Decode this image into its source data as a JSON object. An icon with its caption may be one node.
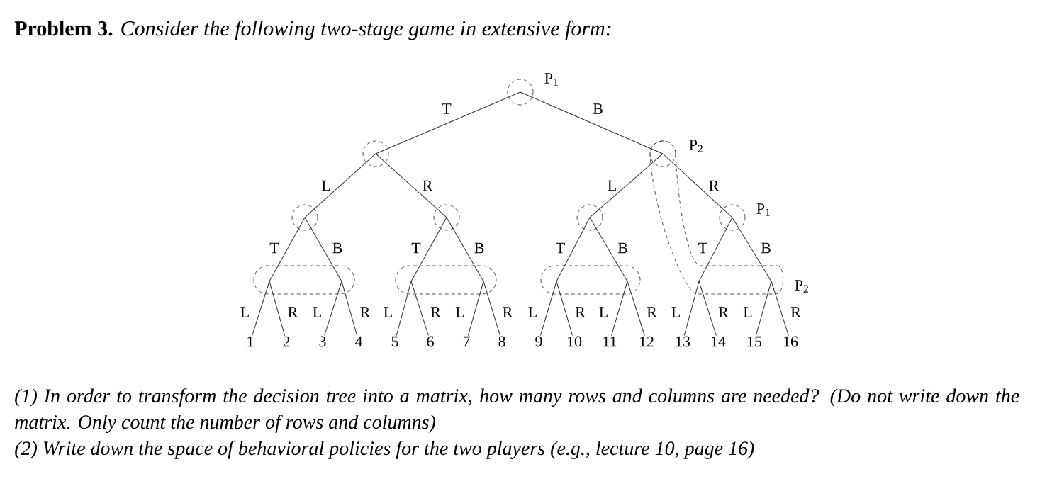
{
  "diagram": {
    "title": "**Problem 3.** *Consider the following two-stage game in extensive form:*",
    "nodes": [
      {
        "text": [],
        "shape": "circle",
        "beside": [
          "P$_{1}$"
        ]
      },
      {
        "text": [],
        "shape": "circle"
      },
      {
        "text": [],
        "shape": "circle",
        "beside": [
          "P$_{2}$"
        ]
      },
      {
        "text": [],
        "shape": "circle"
      },
      {
        "text": [],
        "shape": "circle"
      },
      {
        "text": [],
        "shape": "circle"
      },
      {
        "text": [],
        "shape": "circle",
        "beside": [
          "P$_{1}$"
        ]
      },
      {
        "text": [],
        "shape": "point"
      },
      {
        "text": [],
        "shape": "point"
      },
      {
        "text": [],
        "shape": "point"
      },
      {
        "text": [],
        "shape": "point"
      },
      {
        "text": [],
        "shape": "point"
      },
      {
        "text": [],
        "shape": "point"
      },
      {
        "text": [],
        "shape": "point"
      },
      {
        "text": [],
        "shape": "point"
      },
      {
        "text": [
          "1"
        ]
      },
      {
        "text": [
          "2"
        ]
      },
      {
        "text": [
          "3"
        ]
      },
      {
        "text": [
          "4"
        ]
      },
      {
        "text": [
          "5"
        ]
      },
      {
        "text": [
          "6"
        ]
      },
      {
        "text": [
          "7"
        ]
      },
      {
        "text": [
          "8"
        ]
      },
      {
        "text": [
          "9"
        ]
      },
      {
        "text": [
          "10"
        ]
      },
      {
        "text": [
          "11"
        ]
      },
      {
        "text": [
          "12"
        ]
      },
      {
        "text": [
          "13"
        ]
      },
      {
        "text": [
          "14"
        ]
      },
      {
        "text": [
          "15"
        ]
      },
      {
        "text": [
          "16"
        ]
      }
    ],
    "edges": [
      {
        "from": 0,
        "to": 1,
        "arrow": "none",
        "label": "T"
      },
      {
        "from": 0,
        "to": 2,
        "arrow": "none",
        "label": "B"
      },
      {
        "from": 1,
        "to": 3,
        "arrow": "none",
        "label": "L"
      },
      {
        "from": 1,
        "to": 4,
        "arrow": "none",
        "label": "R"
      },
      {
        "from": 2,
        "to": 5,
        "arrow": "none",
        "label": "L"
      },
      {
        "from": 2,
        "to": 6,
        "arrow": "none",
        "label": "R"
      },
      {
        "from": 3,
        "to": 7,
        "arrow": "none",
        "label": "T"
      },
      {
        "from": 3,
        "to": 8,
        "arrow": "none",
        "label": "B"
      },
      {
        "from": 4,
        "to": 9,
        "arrow": "none",
        "label": "T"
      },
      {
        "from": 4,
        "to": 10,
        "arrow": "none",
        "label": "B"
      },
      {
        "from": 5,
        "to": 11,
        "arrow": "none",
        "label": "T"
      },
      {
        "from": 5,
        "to": 12,
        "arrow": "none",
        "label": "B"
      },
      {
        "from": 6,
        "to": 13,
        "arrow": "none",
        "label": "T"
      },
      {
        "from": 6,
        "to": 14,
        "arrow": "none",
        "label": "B"
      },
      {
        "from": 7,
        "to": 15,
        "arrow": "none",
        "label": "L"
      },
      {
        "from": 7,
        "to": 16,
        "arrow": "none",
        "label": "R"
      },
      {
        "from": 8,
        "to": 17,
        "arrow": "none",
        "label": "L"
      },
      {
        "from": 8,
        "to": 18,
        "arrow": "none",
        "label": "R"
      },
      {
        "from": 9,
        "to": 19,
        "arrow": "none",
        "label": "L"
      },
      {
        "from": 9,
        "to": 20,
        "arrow": "none",
        "label": "R"
      },
      {
        "from": 10,
        "to": 21,
        "arrow": "none",
        "label": "L"
      },
      {
        "from": 10,
        "to": 22,
        "arrow": "none",
        "label": "R"
      },
      {
        "from": 11,
        "to": 23,
        "arrow": "none",
        "label": "L"
      },
      {
        "from": 11,
        "to": 24,
        "arrow": "none",
        "label": "R"
      },
      {
        "from": 12,
        "to": 25,
        "arrow": "none",
        "label": "L"
      },
      {
        "from": 12,
        "to": 26,
        "arrow": "none",
        "label": "R"
      },
      {
        "from": 13,
        "to": 27,
        "arrow": "none",
        "label": "L"
      },
      {
        "from": 13,
        "to": 28,
        "arrow": "none",
        "label": "R"
      },
      {
        "from": 14,
        "to": 29,
        "arrow": "none",
        "label": "L"
      },
      {
        "from": 14,
        "to": 30,
        "arrow": "none",
        "label": "R"
      }
    ],
    "labels": [
      "P$_{2}$",
      "(1) In order to transform the decision tree into a matrix, how many rows and columns are needed? (Do not write down the matrix. Only count the number of rows and columns)",
      "(2) Write down the space of behavioral policies for the two players (e.g., lecture 10, page 16)"
    ]
  }
}
